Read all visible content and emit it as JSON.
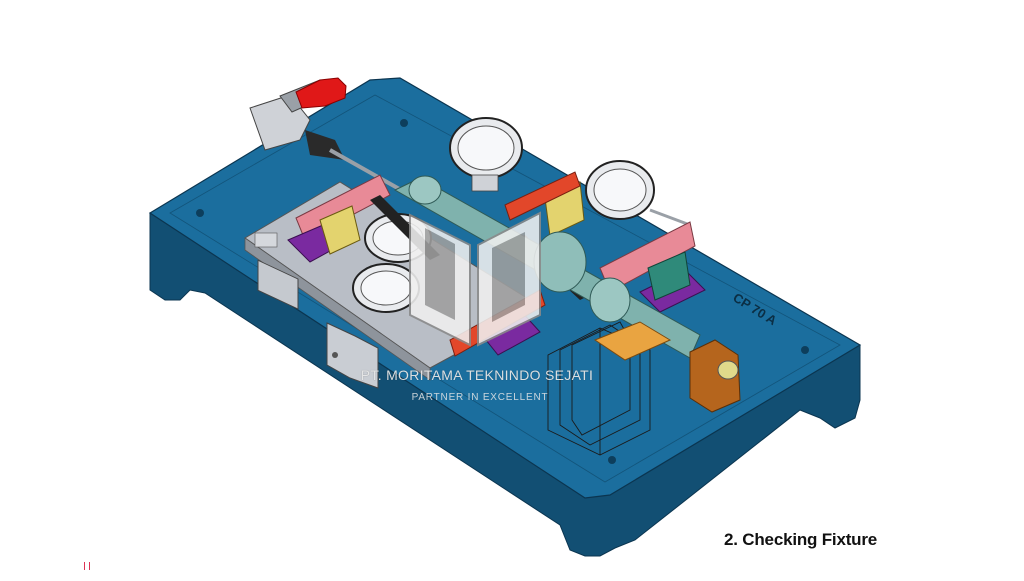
{
  "slide": {
    "caption": "2. Checking Fixture"
  },
  "fixture": {
    "engraving": "CP 70 A",
    "colors": {
      "base": "#1b6e9e",
      "base_dark": "#124f73",
      "plate": "#b9bec6",
      "clamp_handle": "#e01818",
      "pads": "#e88a97",
      "blocks": "#7a2aa0",
      "stops": "#e3d36e",
      "shaft": "#7fb2ad",
      "rails": "#e2472a",
      "locator": "#b5651d"
    }
  },
  "watermark": {
    "company": "PT. MORITAMA TEKNINDO SEJATI",
    "tagline": "PARTNER IN EXCELLENT"
  }
}
